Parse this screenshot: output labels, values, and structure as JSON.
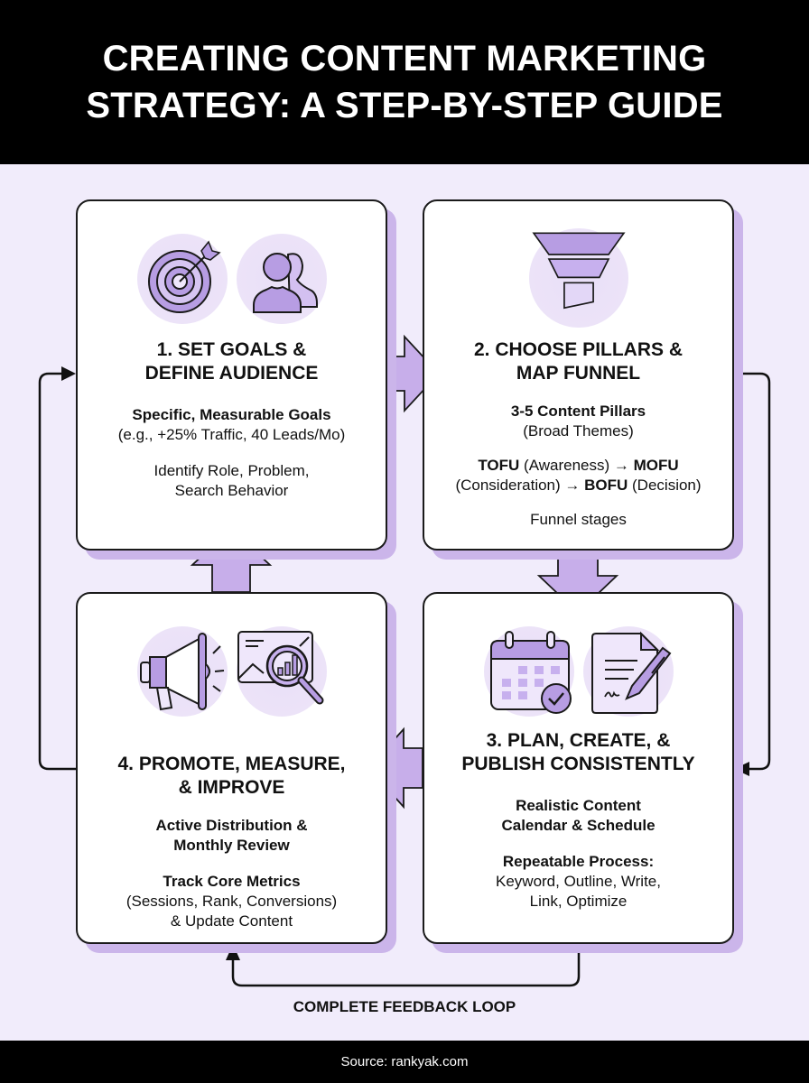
{
  "header": {
    "title_line1": "CREATING CONTENT MARKETING",
    "title_line2": "STRATEGY: A STEP-BY-STEP GUIDE"
  },
  "colors": {
    "background": "#f1ecfb",
    "accent": "#b9a0e4",
    "accent_light": "#e6dcf6",
    "shadow": "#cbb5ea",
    "outline": "#1a1a1a",
    "header_bg": "#000000"
  },
  "steps": [
    {
      "number": 1,
      "title_line1": "1. SET GOALS &",
      "title_line2": "DEFINE AUDIENCE",
      "icons": [
        "target-icon",
        "audience-icon"
      ],
      "body": {
        "bold1": "Specific, Measurable Goals",
        "text1": "(e.g., +25% Traffic, 40 Leads/Mo)",
        "text2_line1": "Identify Role, Problem,",
        "text2_line2": "Search Behavior"
      }
    },
    {
      "number": 2,
      "title_line1": "2. CHOOSE PILLARS &",
      "title_line2": "MAP FUNNEL",
      "icons": [
        "funnel-icon"
      ],
      "body": {
        "bold1": "3-5 Content Pillars",
        "text1": "(Broad Themes)",
        "tofu": "TOFU",
        "tofu_desc": " (Awareness) → ",
        "mofu": "MOFU",
        "mofu_desc": "(Consideration) → ",
        "bofu": "BOFU",
        "bofu_desc": " (Decision)",
        "text3": "Funnel stages"
      }
    },
    {
      "number": 3,
      "title_line1": "3. PLAN, CREATE, &",
      "title_line2": "PUBLISH CONSISTENTLY",
      "icons": [
        "calendar-check-icon",
        "document-pen-icon"
      ],
      "body": {
        "bold1_line1": "Realistic Content",
        "bold1_line2": "Calendar & Schedule",
        "bold2": "Repeatable Process:",
        "text2_line1": "Keyword, Outline, Write,",
        "text2_line2": "Link, Optimize"
      }
    },
    {
      "number": 4,
      "title_line1": "4. PROMOTE, MEASURE,",
      "title_line2": "& IMPROVE",
      "icons": [
        "megaphone-icon",
        "analytics-magnifier-icon"
      ],
      "body": {
        "bold1_line1": "Active Distribution &",
        "bold1_line2": "Monthly Review",
        "bold2": "Track Core Metrics",
        "text2_line1": "(Sessions, Rank, Conversions)",
        "text2_line2": "& Update Content"
      }
    }
  ],
  "flow": {
    "arrows": [
      "1→2 right",
      "2→3 down",
      "3→4 left",
      "4→1 up"
    ],
    "loop_label": "COMPLETE FEEDBACK LOOP"
  },
  "footer": {
    "source": "Source: rankyak.com"
  }
}
